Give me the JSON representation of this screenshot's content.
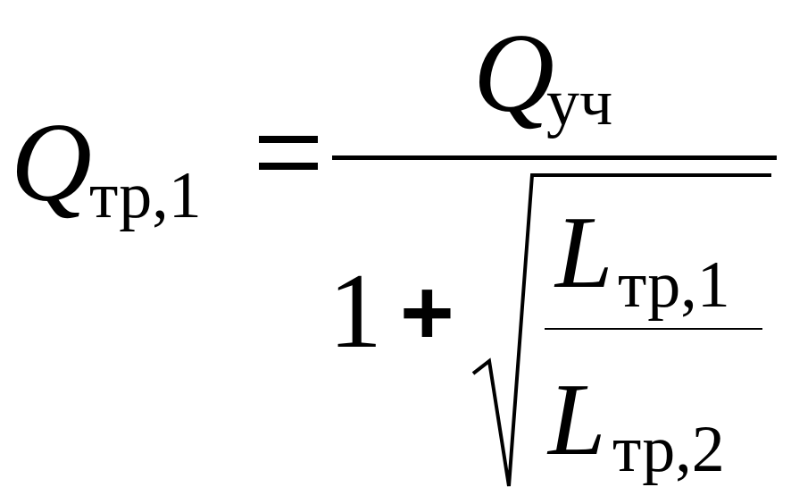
{
  "formula": {
    "lhs": {
      "symbol": "Q",
      "subscript": "тр,1"
    },
    "numerator": {
      "symbol": "Q",
      "subscript": "уч"
    },
    "denominator": {
      "one": "1",
      "plus": "+",
      "radicand": {
        "numerator": {
          "symbol": "L",
          "subscript": "тр,1"
        },
        "denominator": {
          "symbol": "L",
          "subscript": "тр,2"
        }
      }
    }
  }
}
